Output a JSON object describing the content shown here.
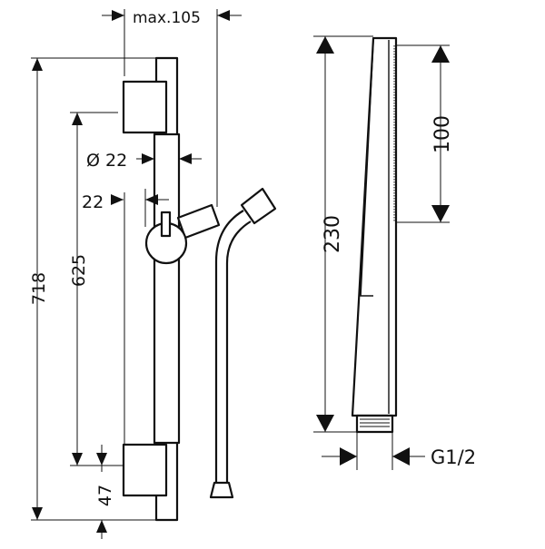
{
  "drawing": {
    "dimensions": {
      "max_width": "max.105",
      "total_height": "718",
      "rail_spacing": "625",
      "rail_diameter": "Ø 22",
      "slider_offset": "22",
      "bottom_offset": "47",
      "handshower_length": "230",
      "handle_section": "100",
      "thread": "G1/2"
    }
  }
}
